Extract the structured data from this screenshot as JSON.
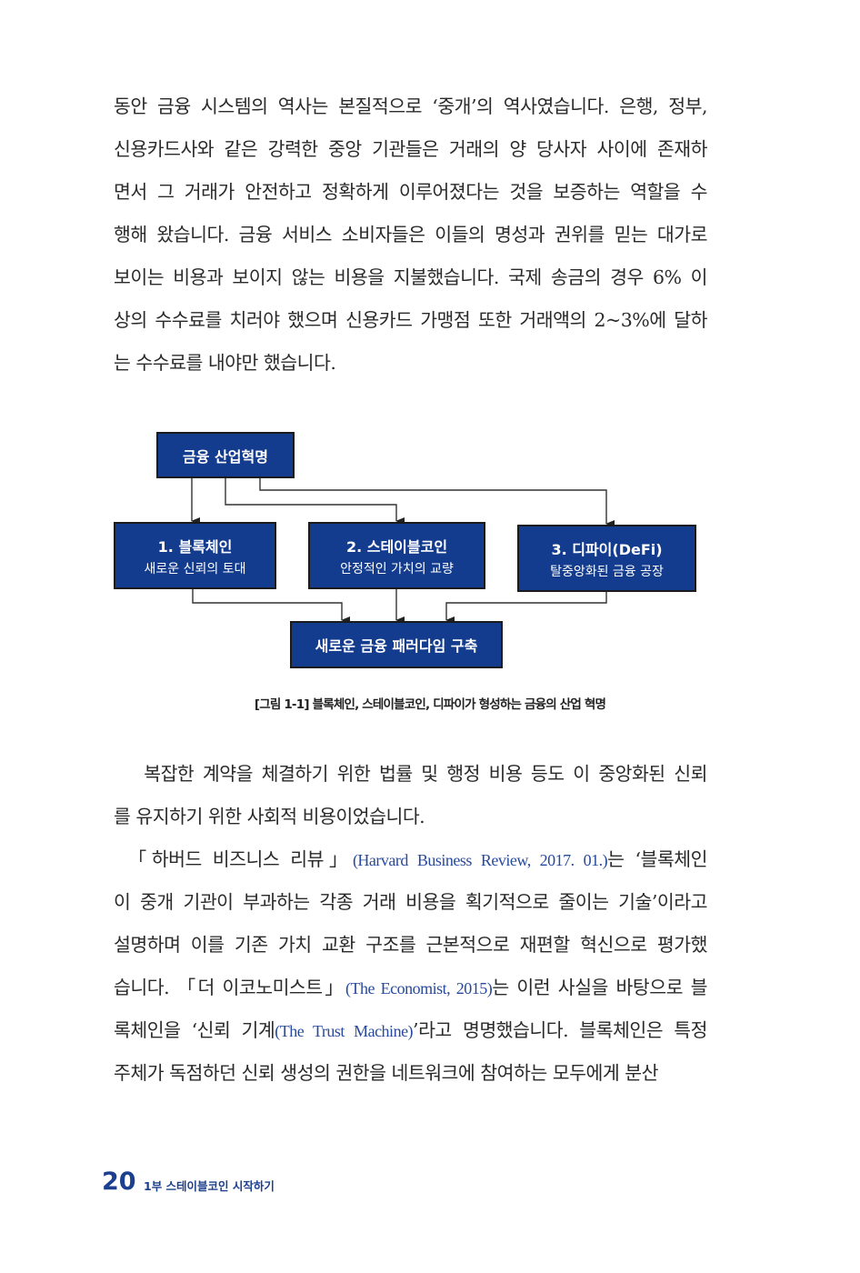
{
  "para1": [
    [
      {
        "t": "동안 금융 시스템의 역사는 본질적으로 ‘중개’의 역사였습니다. 은행, 정부,"
      }
    ],
    [
      {
        "t": "신용카드사와 같은 강력한 중앙 기관들은 거래의 양 당사자 사이에 존재하"
      }
    ],
    [
      {
        "t": "면서 그 거래가 안전하고 정확하게 이루어졌다는 것을 보증하는 역할을 수"
      }
    ],
    [
      {
        "t": "행해 왔습니다. 금융 서비스 소비자들은 이들의 명성과 권위를 믿는 대가로"
      }
    ],
    [
      {
        "t": "보이는 비용과 보이지 않는 비용을 지불했습니다. 국제 송금의 경우 6% 이"
      }
    ],
    [
      {
        "t": "상의 수수료를 치러야 했으며 신용카드 가맹점 또한 거래액의 2~3%에 달하"
      }
    ],
    [
      {
        "t": "는 수수료를 내야만 했습니다."
      }
    ]
  ],
  "diagram": {
    "top": "금융 산업혁명",
    "boxes": [
      {
        "title": "1. 블록체인",
        "sub": "새로운 신뢰의 토대"
      },
      {
        "title": "2. 스테이블코인",
        "sub": "안정적인 가치의 교량"
      },
      {
        "title": "3. 디파이(DeFi)",
        "sub": "탈중앙화된 금융 공장"
      }
    ],
    "bottom": "새로운 금융 패러다임 구축",
    "box_color": "#133c8f"
  },
  "caption": "[그림 1-1] 블록체인, 스테이블코인, 디파이가 형성하는 금융의 산업 혁명",
  "para2": [
    [
      {
        "t": "　 복잡한 계약을 체결하기 위한 법률 및 행정 비용 등도 이 중앙화된 신뢰"
      }
    ],
    [
      {
        "t": "를 유지하기 위한 사회적 비용이었습니다."
      }
    ],
    [
      {
        "t": "　「하버드 비즈니스 리뷰」"
      },
      {
        "t": "(Harvard Business Review, 2017. 01.)",
        "blue": true
      },
      {
        "t": "는 ‘블록체인"
      }
    ],
    [
      {
        "t": "이 중개 기관이 부과하는 각종 거래 비용을 획기적으로 줄이는 기술’이라고"
      }
    ],
    [
      {
        "t": "설명하며 이를 기존 가치 교환 구조를 근본적으로 재편할 혁신으로 평가했"
      }
    ],
    [
      {
        "t": "습니다. 「더 이코노미스트」"
      },
      {
        "t": "(The Economist, 2015)",
        "blue": true
      },
      {
        "t": "는 이런 사실을 바탕으로 블"
      }
    ],
    [
      {
        "t": "록체인을 ‘신뢰 기계"
      },
      {
        "t": "(The Trust Machine)",
        "blue": true
      },
      {
        "t": "’라고 명명했습니다. 블록체인은 특정"
      }
    ],
    [
      {
        "t": "주체가 독점하던 신뢰 생성의 권한을 네트워크에 참여하는 모두에게 분산"
      }
    ]
  ],
  "footer": {
    "page_number": "20",
    "chapter": "1부 스테이블코인 시작하기",
    "color": "#1c3f8f"
  }
}
